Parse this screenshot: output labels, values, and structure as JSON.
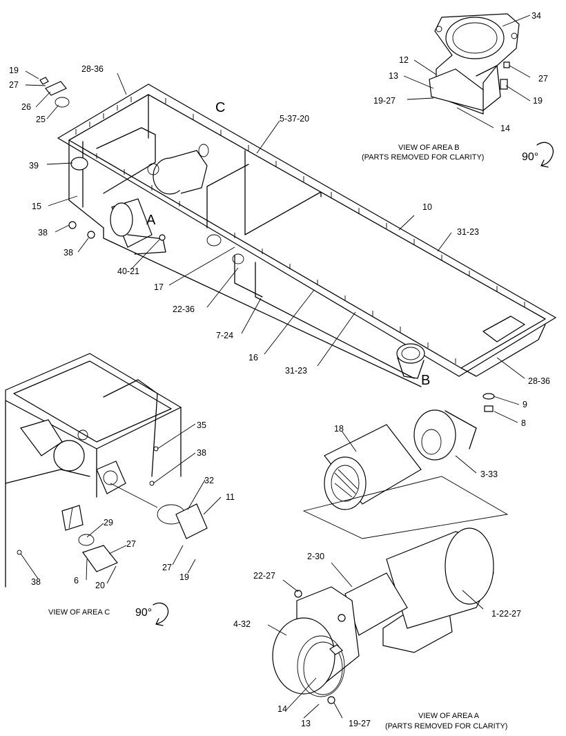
{
  "part_labels": {
    "p19a": "19",
    "p27a": "27",
    "p26": "26",
    "p25": "25",
    "p2836a": "28-36",
    "pC": "C",
    "p53720": "5-37-20",
    "p39": "39",
    "p15": "15",
    "p38a": "38",
    "p38b": "38",
    "pA": "A",
    "p4021": "40-21",
    "p17": "17",
    "p2236": "22-36",
    "p724": "7-24",
    "p16": "16",
    "p3123a": "31-23",
    "p10": "10",
    "p3123b": "31-23",
    "pB": "B",
    "p2836b": "28-36",
    "p9": "9",
    "p8": "8",
    "p34": "34",
    "p12": "12",
    "p13a": "13",
    "p1927a": "19-27",
    "p27b": "27",
    "p19b": "19",
    "p14a": "14",
    "p18": "18",
    "p333": "3-33",
    "p35": "35",
    "p38c": "38",
    "p32": "32",
    "p11": "11",
    "p29": "29",
    "p27c": "27",
    "p6": "6",
    "p20": "20",
    "p27d": "27",
    "p19c": "19",
    "p38d": "38",
    "p230": "2-30",
    "p2227": "22-27",
    "p12227": "1-22-27",
    "p432": "4-32",
    "p14b": "14",
    "p13b": "13",
    "p1927b": "19-27"
  },
  "captions": {
    "view_b_line1": "VIEW OF AREA  B",
    "view_b_line2": "(PARTS REMOVED FOR CLARITY)",
    "view_c": "VIEW OF AREA  C",
    "view_a_line1": "VIEW OF AREA  A",
    "view_a_line2": "(PARTS REMOVED FOR CLARITY)",
    "rotation": "90°"
  }
}
